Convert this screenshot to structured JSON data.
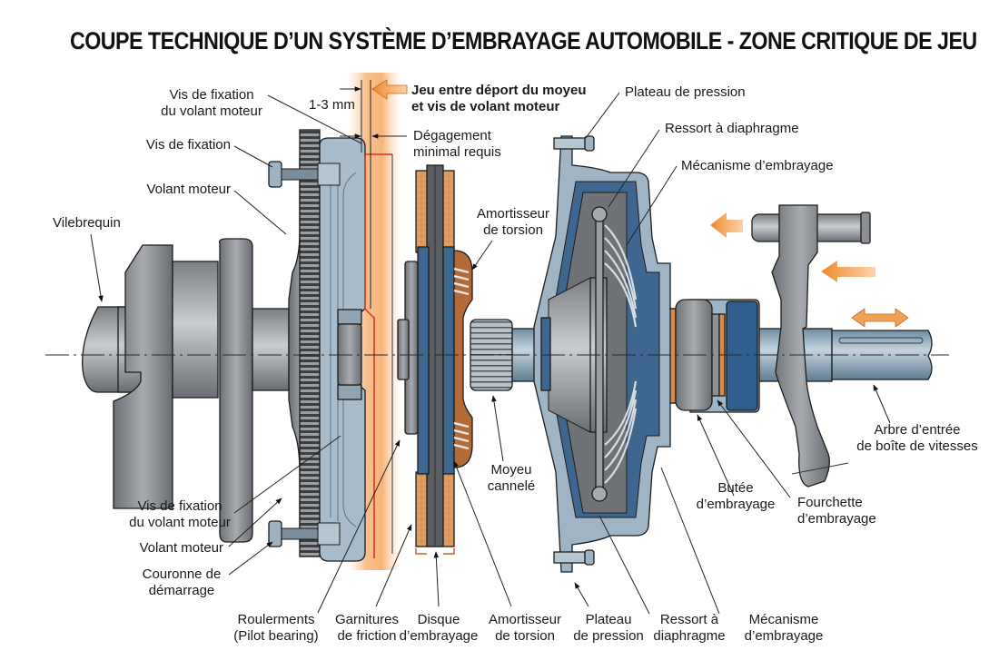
{
  "title": "COUPE TECHNIQUE D’UN SYSTÈME D’EMBRAYAGE AUTOMOBILE - ZONE CRITIQUE DE JEU",
  "labels": {
    "vis_fixation_volant_top": [
      "Vis de fixation",
      "du volant moteur"
    ],
    "vis_fixation": "Vis de fixation",
    "volant_moteur_top": "Volant moteur",
    "vilebrequin": "Vilebrequin",
    "jeu_mm": "1-3 mm",
    "jeu_callout": [
      "Jeu entre déport du moyeu",
      "et vis de volant moteur"
    ],
    "degagement": [
      "Dégagement",
      "minimal requis"
    ],
    "amortisseur_top": [
      "Amortisseur",
      "de torsion"
    ],
    "plateau_top": "Plateau de pression",
    "ressort_top": "Ressort à diaphragme",
    "mecanisme_top": "Mécanisme d’embrayage",
    "arbre": [
      "Arbre d’entrée",
      "de boîte de vitesses"
    ],
    "fourchette": [
      "Fourchette",
      "d’embrayage"
    ],
    "butee": [
      "Butée",
      "d’embrayage"
    ],
    "moyeu": [
      "Moyeu",
      "cannelé"
    ],
    "vis_fixation_volant_bottom": [
      "Vis de fixation",
      "du volant moteur"
    ],
    "volant_moteur_bottom": "Volant moteur",
    "couronne": [
      "Couronne de",
      "démarrage"
    ],
    "roulements": [
      "Roulerments",
      "(Pilot bearing)"
    ],
    "garnitures": [
      "Garnitures",
      "de friction"
    ],
    "disque": [
      "Disque",
      "d’embrayage"
    ],
    "amortisseur_bottom": [
      "Amortisseur",
      "de torsion"
    ],
    "plateau_bottom": [
      "Plateau",
      "de pression"
    ],
    "ressort_bottom": [
      "Ressort à",
      "diaphragme"
    ],
    "mecanisme_bottom": [
      "Mécanisme",
      "d’embrayage"
    ]
  },
  "colors": {
    "steel_dark": "#6f7378",
    "steel_light": "#b9bec3",
    "blue_steel": "#9fb4c4",
    "housing_blue": "#2f5f8f",
    "friction": "#d9975a",
    "copper": "#b86a32",
    "gap_orange": "#f7b57a",
    "gap_red": "#e0452b",
    "arrow_orange": "#f0923a"
  }
}
